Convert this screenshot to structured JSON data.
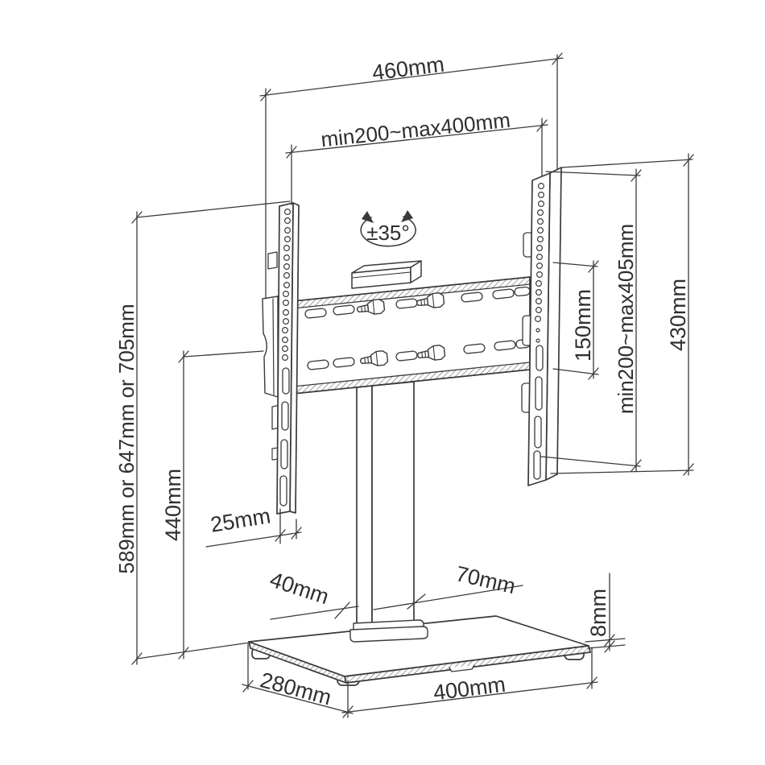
{
  "drawing": {
    "dimensions": {
      "top_width": "460mm",
      "vesa_width_range": "min200~max400mm",
      "swivel_angle": "±35°",
      "total_height_options": "589mm or 647mm or 705mm",
      "column_height": "440mm",
      "bracket_depth": "25mm",
      "plate_hole_spacing": "150mm",
      "vesa_height_range": "min200~max405mm",
      "bracket_height": "430mm",
      "column_width": "40mm",
      "column_depth": "70mm",
      "base_thickness": "8mm",
      "base_depth": "280mm",
      "base_width": "400mm"
    }
  }
}
